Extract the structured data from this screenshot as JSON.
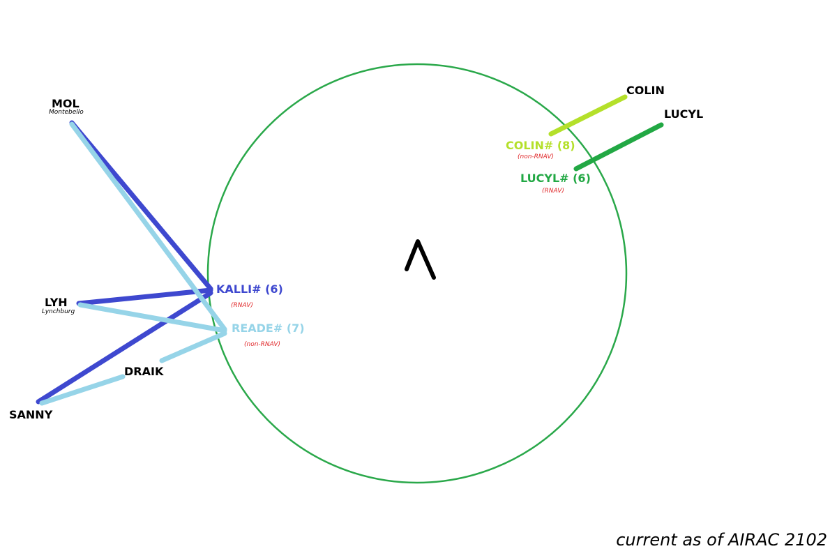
{
  "colors": {
    "circle": "#2aa84a",
    "kalli": "#3e48cf",
    "reade": "#96d4e8",
    "colin": "#b4e02a",
    "lucyl": "#22a844",
    "type_label": "#e0282a",
    "symbol": "#000000"
  },
  "fixes": {
    "mol": {
      "name": "MOL",
      "sub": "Montebello"
    },
    "lyh": {
      "name": "LYH",
      "sub": "Lynchburg"
    },
    "sanny": {
      "name": "SANNY"
    },
    "draik": {
      "name": "DRAIK"
    },
    "colin": {
      "name": "COLIN"
    },
    "lucyl": {
      "name": "LUCYL"
    }
  },
  "arrivals": {
    "kalli": {
      "name": "KALLI# (6)",
      "type": "(RNAV)"
    },
    "reade": {
      "name": "READE# (7)",
      "type": "(non-RNAV)"
    },
    "colin": {
      "name": "COLIN# (8)",
      "type": "(non-RNAV)"
    },
    "lucyl": {
      "name": "LUCYL# (6)",
      "type": "(RNAV)"
    }
  },
  "airport_symbol": "chevron-up-icon",
  "footer": "current as of AIRAC 2102"
}
